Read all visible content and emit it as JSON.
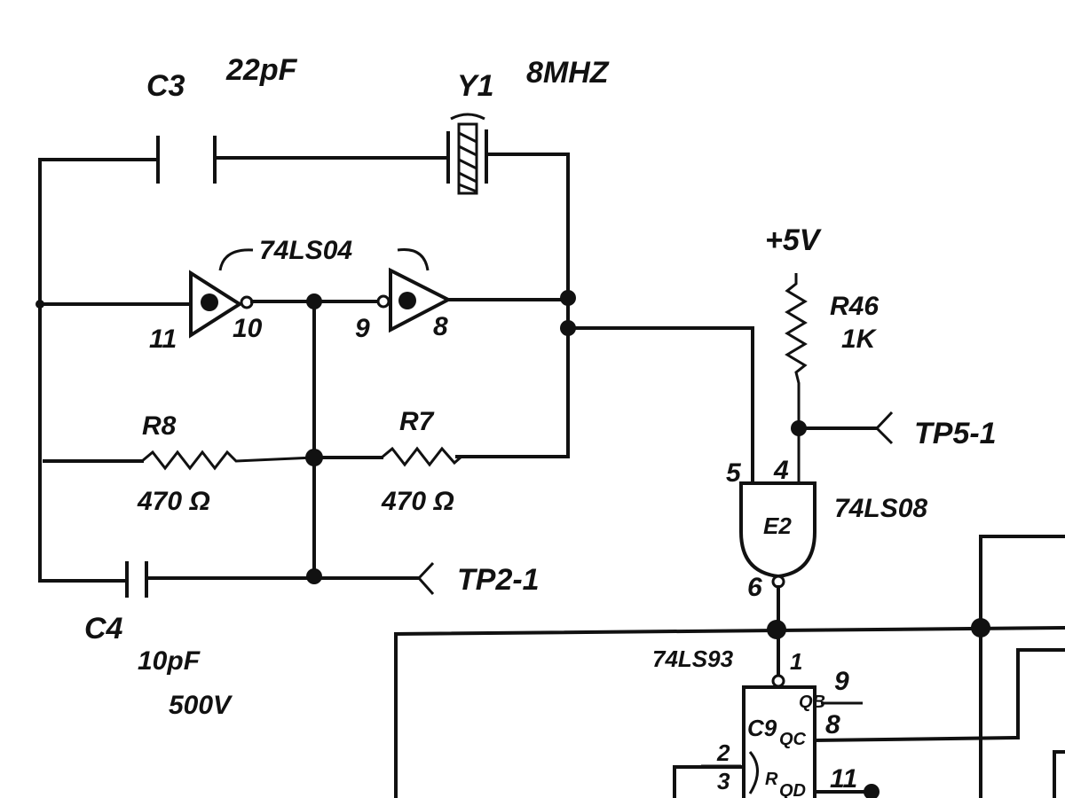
{
  "components": {
    "c3": {
      "ref": "C3",
      "value": "22pF"
    },
    "y1": {
      "ref": "Y1",
      "value": "8MHZ"
    },
    "u_inv": {
      "part": "74LS04",
      "pins": {
        "a_in": "11",
        "a_out": "10",
        "b_in": "9",
        "b_out": "8"
      }
    },
    "r8": {
      "ref": "R8",
      "value": "470 Ω"
    },
    "r7": {
      "ref": "R7",
      "value": "470 Ω"
    },
    "c4": {
      "ref": "C4",
      "value": "10pF",
      "rating": "500V"
    },
    "tp2": {
      "label": "TP2-1"
    },
    "supply": {
      "label": "+5V"
    },
    "r46": {
      "ref": "R46",
      "value": "1K"
    },
    "tp5": {
      "label": "TP5-1"
    },
    "e2": {
      "ref": "E2",
      "part": "74LS08",
      "pins": {
        "in_a": "5",
        "in_b": "4",
        "out": "6"
      }
    },
    "c9": {
      "ref": "C9",
      "part": "74LS93",
      "pins": {
        "p1": "1",
        "p9": "9",
        "p8": "8",
        "p2": "2",
        "p3": "3",
        "p11": "11"
      },
      "qb": "QB",
      "qc": "QC",
      "qd": "QD",
      "r": "R"
    }
  }
}
